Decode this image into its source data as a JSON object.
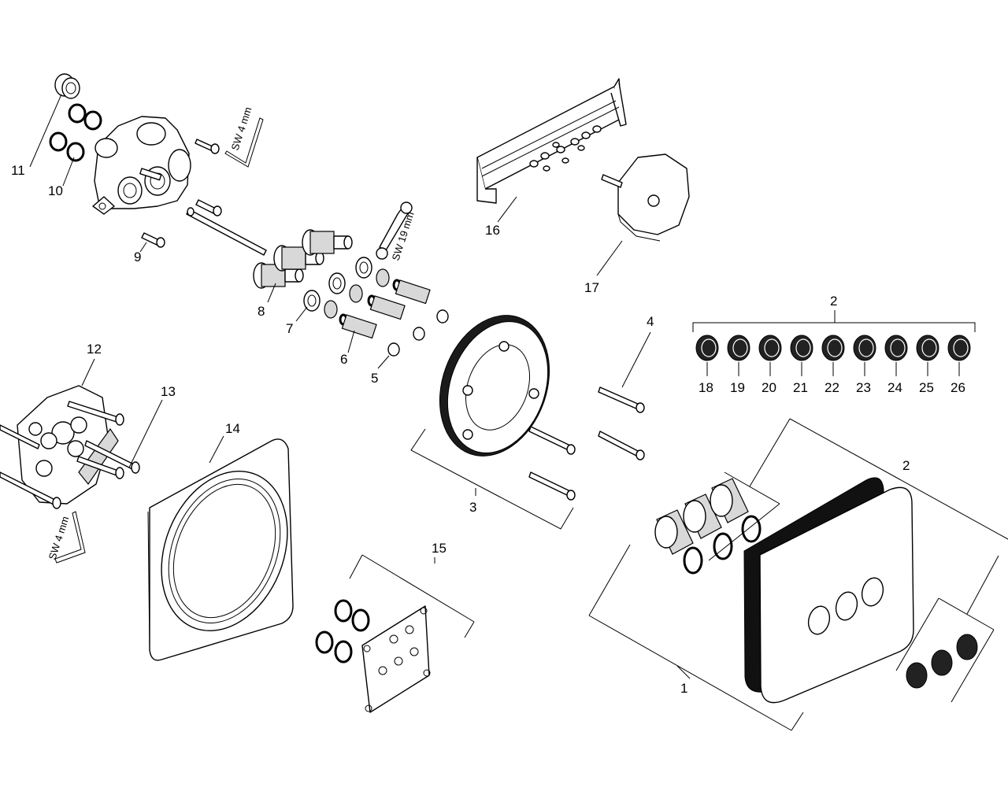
{
  "callouts": {
    "c1": "1",
    "c2a": "2",
    "c2b": "2",
    "c3": "3",
    "c4": "4",
    "c5": "5",
    "c6": "6",
    "c7": "7",
    "c8": "8",
    "c9": "9",
    "c10": "10",
    "c11": "11",
    "c12": "12",
    "c13": "13",
    "c14": "14",
    "c15": "15",
    "c16": "16",
    "c17": "17",
    "c18": "18",
    "c19": "19",
    "c20": "20",
    "c21": "21",
    "c22": "22",
    "c23": "23",
    "c24": "24",
    "c25": "25",
    "c26": "26"
  },
  "tools": {
    "hex_key_top": "SW 4 mm",
    "wrench": "SW 19 mm",
    "hex_key_bottom": "SW 4 mm"
  },
  "icons": [
    "hex-key-icon",
    "open-end-wrench-icon"
  ]
}
